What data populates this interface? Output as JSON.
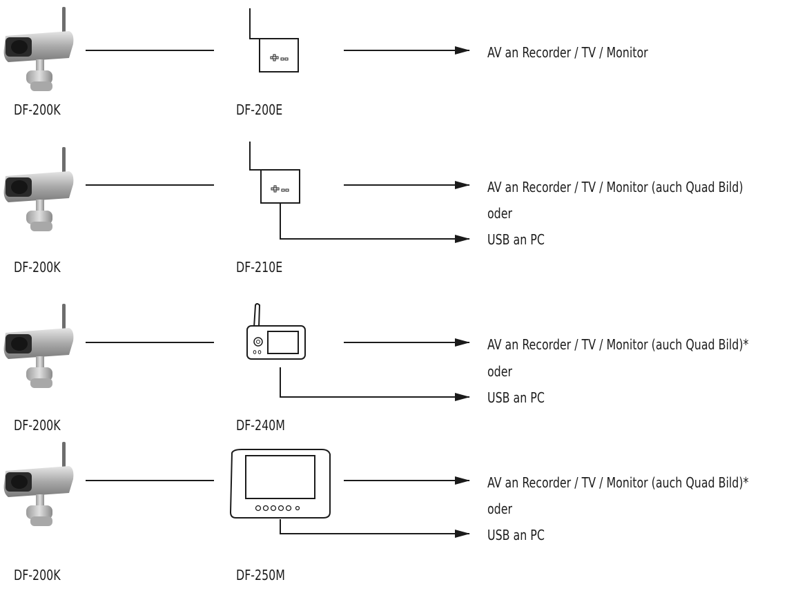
{
  "rows": [
    {
      "camera_label": "DF-200K",
      "receiver_label": "DF-200E",
      "receiver_type": "receiver-box",
      "av_text": "AV an Recorder / TV / Monitor",
      "or_text": "",
      "usb_text": ""
    },
    {
      "camera_label": "DF-200K",
      "receiver_label": "DF-210E",
      "receiver_type": "receiver-box",
      "av_text": "AV an Recorder / TV / Monitor (auch Quad Bild)",
      "or_text": "oder",
      "usb_text": "USB an PC"
    },
    {
      "camera_label": "DF-200K",
      "receiver_label": "DF-240M",
      "receiver_type": "small-monitor",
      "av_text": "AV an Recorder / TV / Monitor (auch Quad Bild)*",
      "or_text": "oder",
      "usb_text": "USB an PC"
    },
    {
      "camera_label": "DF-200K",
      "receiver_label": "DF-250M",
      "receiver_type": "large-monitor",
      "av_text": "AV an Recorder / TV / Monitor (auch Quad Bild)*",
      "or_text": "oder",
      "usb_text": "USB an PC"
    }
  ],
  "colors": {
    "line": "#1a1a1a",
    "text": "#1c1c1c",
    "camera_body": "#b8b8b8",
    "camera_dark": "#2a2a2a"
  }
}
